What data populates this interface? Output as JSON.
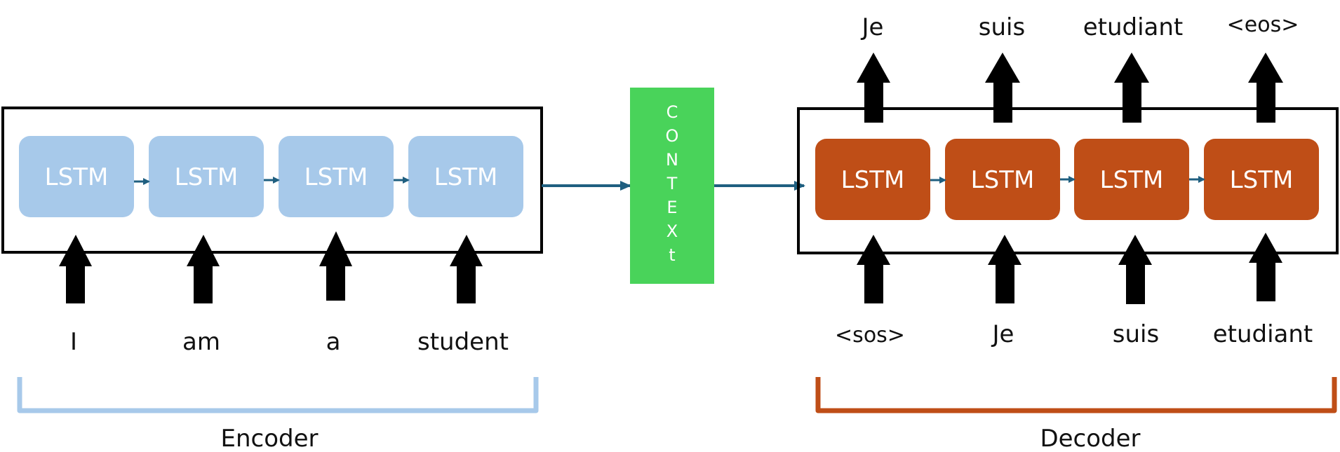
{
  "encoder": {
    "label": "Encoder",
    "cell_label": "LSTM",
    "inputs": [
      "I",
      "am",
      "a",
      "student"
    ],
    "cell_color": "#a7c9ea",
    "bracket_color": "#a7c9ea"
  },
  "context": {
    "label": "CONTEXt",
    "color": "#49d35a"
  },
  "decoder": {
    "label": "Decoder",
    "cell_label": "LSTM",
    "inputs": [
      "<sos>",
      "Je",
      "suis",
      "etudiant"
    ],
    "outputs": [
      "Je",
      "suis",
      "etudiant",
      "<eos>"
    ],
    "cell_color": "#bf4e17",
    "bracket_color": "#bf4e17"
  },
  "colors": {
    "connector": "#1f5f80",
    "arrow": "#000000",
    "frame": "#000000"
  }
}
